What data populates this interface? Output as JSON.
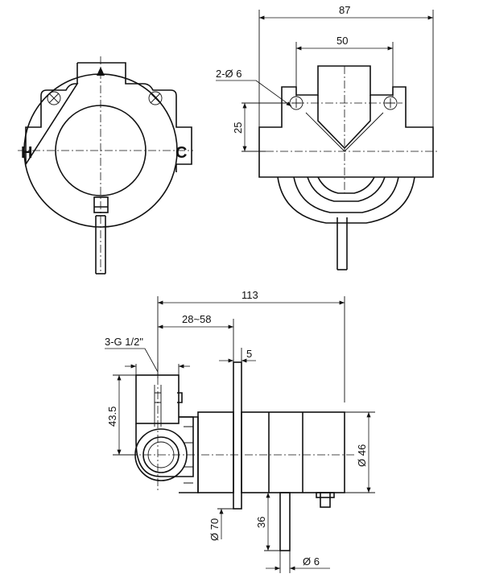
{
  "front_view": {
    "hot_label": "H",
    "cold_label": "C"
  },
  "side_view": {
    "dims": {
      "overall_width": "87",
      "hole_spacing": "50",
      "holes": "2-Ø 6",
      "height": "25"
    }
  },
  "section_view": {
    "dims": {
      "overall_depth": "113",
      "adjust_range": "28~58",
      "thread": "3-G 1/2\"",
      "plate_thickness": "5",
      "inlet_height": "43.5",
      "body_diameter": "Ø 46",
      "plate_diameter": "Ø 70",
      "lever_height": "36",
      "lever_diameter": "Ø 6"
    }
  },
  "colors": {
    "line": "#111111",
    "background": "#ffffff"
  }
}
